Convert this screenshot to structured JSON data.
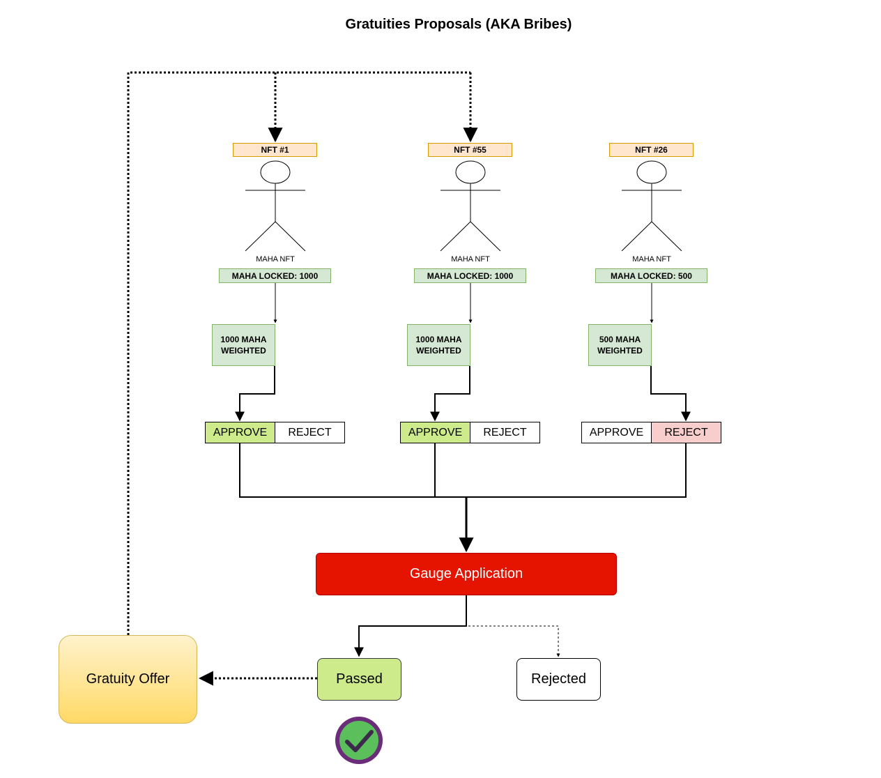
{
  "diagram": {
    "title": "Gratuities Proposals (AKA Bribes)",
    "voters": [
      {
        "nft_label": "NFT #1",
        "caption": "MAHA NFT",
        "locked_label": "MAHA LOCKED: 1000",
        "weight_line1": "1000 MAHA",
        "weight_line2": "WEIGHTED",
        "vote": "approve"
      },
      {
        "nft_label": "NFT #55",
        "caption": "MAHA NFT",
        "locked_label": "MAHA LOCKED: 1000",
        "weight_line1": "1000 MAHA",
        "weight_line2": "WEIGHTED",
        "vote": "approve"
      },
      {
        "nft_label": "NFT #26",
        "caption": "MAHA NFT",
        "locked_label": "MAHA LOCKED: 500",
        "weight_line1": "500 MAHA",
        "weight_line2": "WEIGHTED",
        "vote": "reject"
      }
    ],
    "approve_label": "APPROVE",
    "reject_label": "REJECT",
    "gauge_label": "Gauge Application",
    "passed_label": "Passed",
    "rejected_label": "Rejected",
    "gratuity_label": "Gratuity Offer",
    "colors": {
      "nft_tag_fill": "#ffe6cc",
      "green_fill": "#d5e8d4",
      "approve_active": "#cdeb8b",
      "reject_active": "#f8cecc",
      "gauge_fill": "#e51400",
      "gratuity_fill": "#ffd966",
      "check_badge": "#5bbf5b",
      "check_ring": "#6b2c7a"
    },
    "icons": {
      "actor": "stick-figure-icon",
      "status": "checkmark-icon"
    }
  }
}
